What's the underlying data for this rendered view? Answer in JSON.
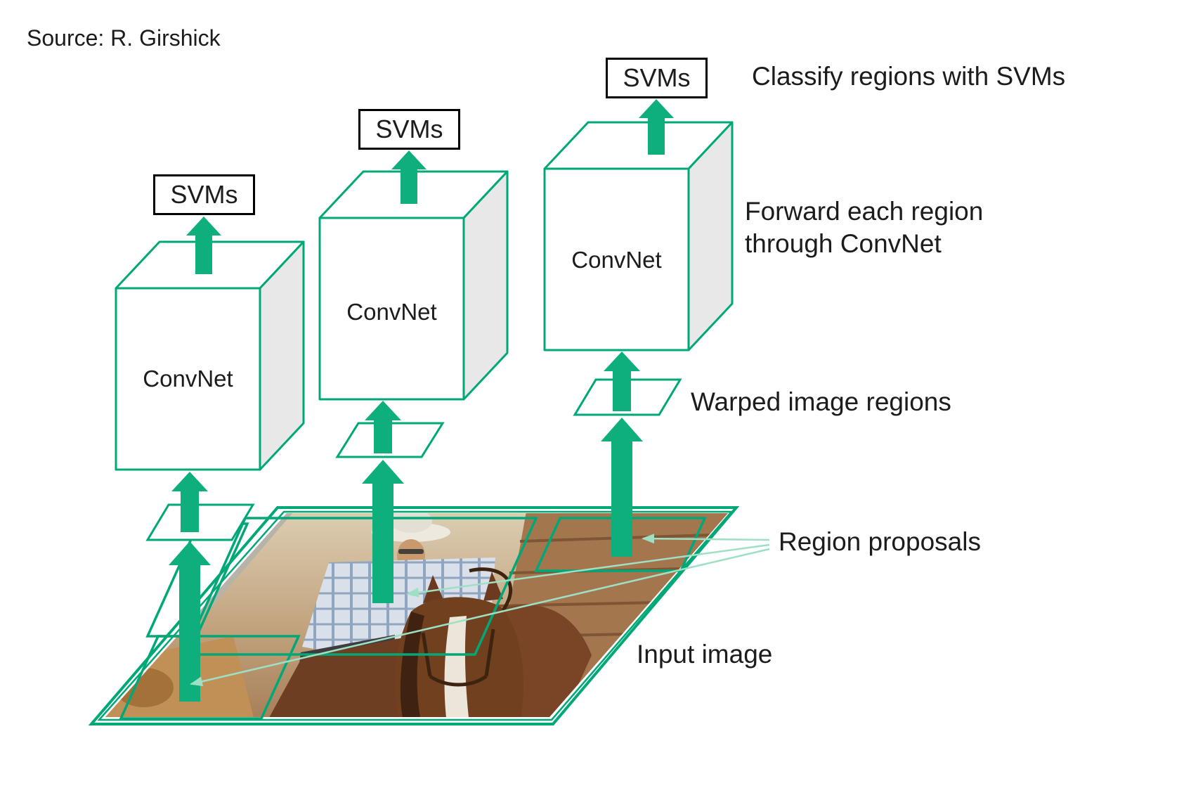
{
  "source_credit": "Source: R. Girshick",
  "colors": {
    "accent_green": "#00a878",
    "pointer_green": "#9fe0c4",
    "box_side_gray": "#e8e8e8"
  },
  "nodes": {
    "svms_label": "SVMs",
    "convnet_label": "ConvNet"
  },
  "annotations": {
    "classify": "Classify regions with SVMs",
    "forward_line1": "Forward each region",
    "forward_line2": "through ConvNet",
    "warped": "Warped image regions",
    "region_proposals": "Region proposals",
    "input_image": "Input image"
  }
}
